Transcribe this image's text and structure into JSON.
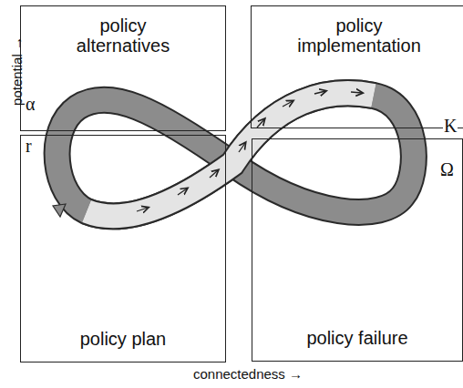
{
  "diagram": {
    "nodes": [
      {
        "text": [
          "policy alternatives"
        ]
      },
      {
        "text": [
          "policy implementation"
        ]
      },
      {
        "text": [
          "policy plan"
        ]
      },
      {
        "text": [
          "policy failure"
        ]
      }
    ],
    "labels": [
      "α",
      "K",
      "r",
      "Ω",
      "potential →",
      "connectedness →"
    ]
  }
}
